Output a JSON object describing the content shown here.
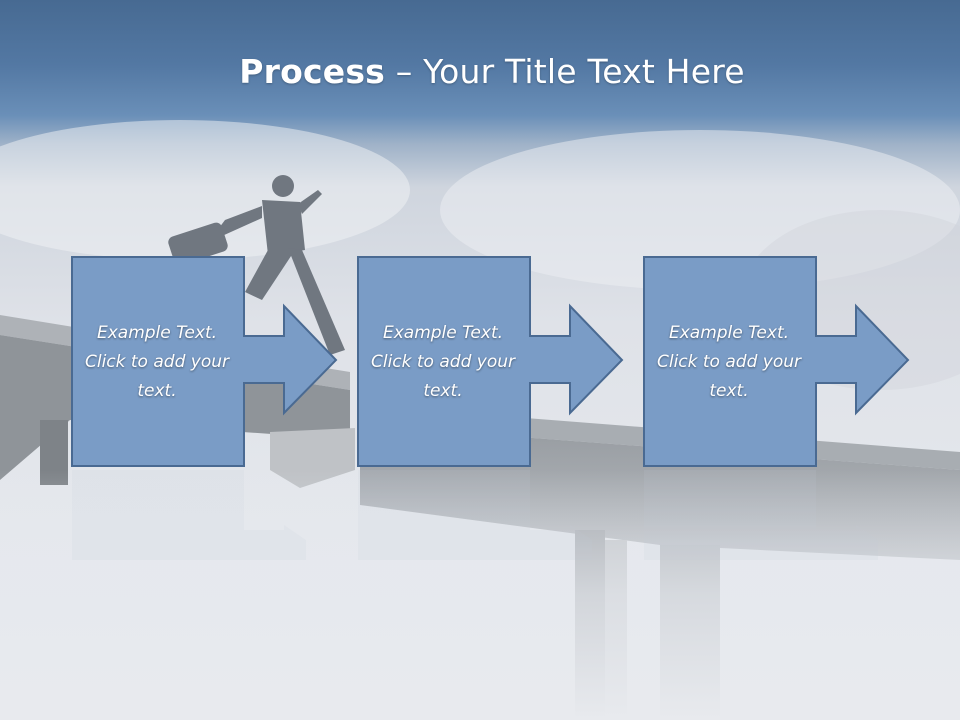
{
  "slide": {
    "title_bold": "Process",
    "title_rest": " – Your Title Text Here",
    "colors": {
      "header_blue": "#4d729d",
      "box_fill": "#7a9cc6",
      "box_stroke": "#4a6a92",
      "text": "#ffffff"
    },
    "steps": [
      {
        "text": "Example Text. Click  to add your text."
      },
      {
        "text": "Example Text. Click  to add your text."
      },
      {
        "text": "Example Text. Click  to add your text."
      }
    ]
  }
}
